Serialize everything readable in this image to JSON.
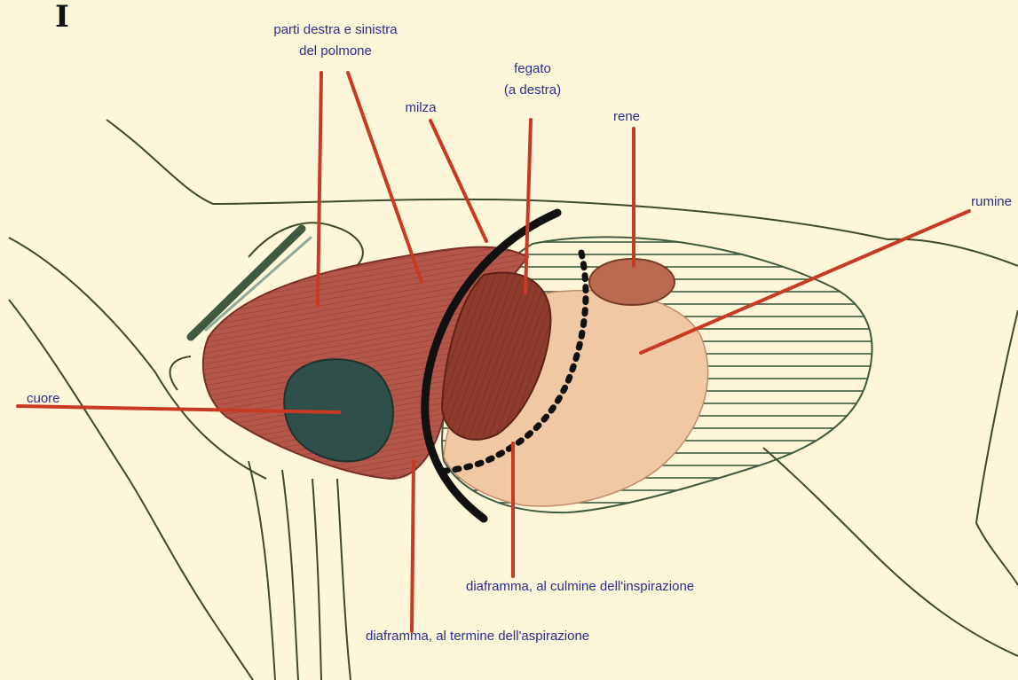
{
  "figure_number": "I",
  "labels": {
    "lungs_line1": "parti destra e sinistra",
    "lungs_line2": "del polmone",
    "spleen": "milza",
    "liver_line1": "fegato",
    "liver_line2": "(a destra)",
    "kidney": "rene",
    "rumen": "rumine",
    "heart": "cuore",
    "diaphragm_inspiration_peak": "diaframma, al culmine dell'inspirazione",
    "diaphragm_inspiration_end": "diaframma, al termine dell'aspirazione"
  },
  "colors": {
    "background": "#fdf6d8",
    "outline": "#3d4a2c",
    "leader_line": "#c83a22",
    "label_text": "#2a2e8c",
    "lung": "#b4574a",
    "heart": "#2f4f4a",
    "liver": "#8e3a2c",
    "kidney": "#b96a4f",
    "rumen": "#f1c8a4",
    "diaphragm": "#111111"
  }
}
